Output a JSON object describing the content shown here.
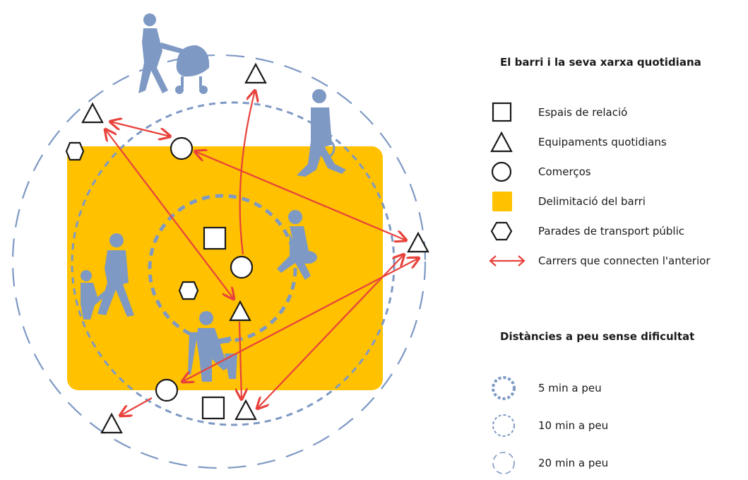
{
  "colors": {
    "neighbourhood": "#FFC100",
    "figures": "#7E99C4",
    "circles": "#7E99C4",
    "arrows": "#E8423C",
    "shape_stroke": "#1a1a1a"
  },
  "legend": {
    "title": "El barri i la seva xarxa quotidiana",
    "items": [
      {
        "icon": "square-icon",
        "label": "Espais de relació"
      },
      {
        "icon": "triangle-icon",
        "label": "Equipaments quotidians"
      },
      {
        "icon": "circle-icon",
        "label": "Comerços"
      },
      {
        "icon": "yellow-area-icon",
        "label": "Delimitació del barri"
      },
      {
        "icon": "hexagon-icon",
        "label": "Parades de transport públic"
      },
      {
        "icon": "double-arrow-icon",
        "label": "Carrers que connecten l'anterior"
      }
    ]
  },
  "distances": {
    "title": "Distàncies a peu sense dificultat",
    "items": [
      {
        "icon": "dotted-circle-small-icon",
        "label": "5 min a peu"
      },
      {
        "icon": "dotted-circle-medium-icon",
        "label": "10 min a peu"
      },
      {
        "icon": "dashed-circle-large-icon",
        "label": "20 min a peu"
      }
    ]
  }
}
